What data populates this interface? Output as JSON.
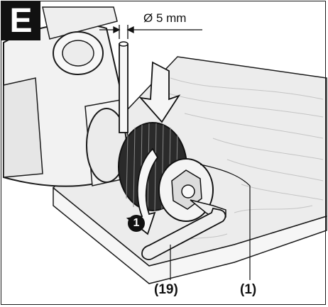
{
  "figure": {
    "panel_letter": "E",
    "dimension_label": "Ø 5 mm",
    "step_number": "1",
    "callouts": [
      "(19)",
      "(1)"
    ]
  },
  "colors": {
    "ink": "#1a1a1a",
    "drill_body": "#f0f0f0",
    "chuck_dark": "#2a2a2a",
    "wood": "#e4e4e4",
    "wood_grain": "#c8c8c8"
  },
  "icons": [
    "arrow-down-icon",
    "rotation-arrow-icon"
  ]
}
